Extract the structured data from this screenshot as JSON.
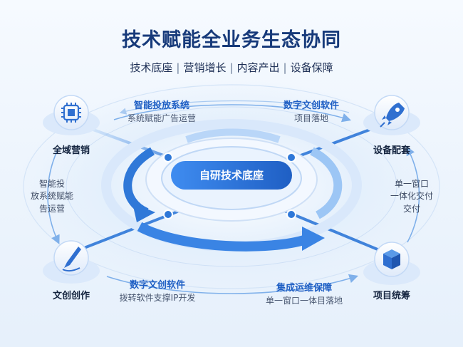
{
  "title": "技术赋能全业务生态协同",
  "subtitle": [
    "技术底座",
    "营销增长",
    "内容产出",
    "设备保障"
  ],
  "center": "自研技术底座",
  "nodes": {
    "top_left": "全域营销",
    "top_right": "设备配套",
    "bottom_left": "文创创作",
    "bottom_right": "项目统筹"
  },
  "edges": {
    "top_left": {
      "title": "智能投放系统",
      "subtitle": "系统赋能广告运营"
    },
    "top_right": {
      "title": "数字文创软件",
      "subtitle": "项目落地"
    },
    "bottom_left": {
      "title": "数字文创软件",
      "subtitle": "拨转软件支撑IP开发"
    },
    "bottom_right": {
      "title": "集成运维保障",
      "subtitle": "单一窗口一体目落地"
    }
  },
  "side_left": [
    "智能投",
    "放系统赋能",
    "告运营"
  ],
  "side_right": [
    "单一窗口",
    "一体化交付",
    "交付"
  ],
  "colors": {
    "title": "#173a7a",
    "primary": "#2f78d8",
    "accent": "#1f5fc4",
    "light": "#cfe3fa"
  },
  "icons": {
    "top_left": "chip-icon",
    "top_right": "rocket-icon",
    "bottom_left": "pen-icon",
    "bottom_right": "box-icon"
  }
}
